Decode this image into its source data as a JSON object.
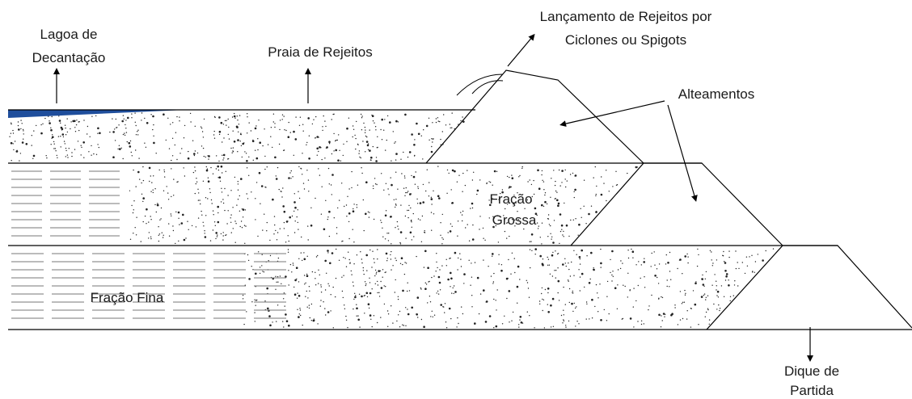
{
  "labels": {
    "lagoa_line1": "Lagoa de",
    "lagoa_line2": "Decantação",
    "praia": "Praia de Rejeitos",
    "lancamento_line1": "Lançamento de Rejeitos por",
    "lancamento_line2": "Ciclones ou Spigots",
    "alteamentos": "Alteamentos",
    "fracao_grossa_line1": "Fração",
    "fracao_grossa_line2": "Grossa",
    "fracao_fina": "Fração Fina",
    "dique_line1": "Dique de",
    "dique_line2": "Partida"
  },
  "colors": {
    "water": "#1f4e9c",
    "line": "#000000",
    "text": "#1a1a1a"
  }
}
